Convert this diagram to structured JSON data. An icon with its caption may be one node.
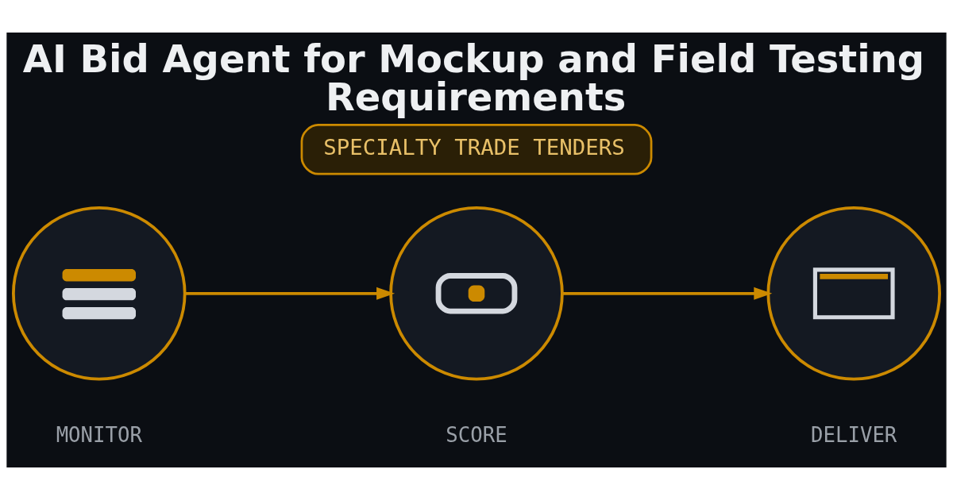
{
  "diagram": {
    "title": "AI Bid Agent for Mockup and Field Testing Requirements",
    "nodes": [
      {
        "text": [
          "SPECIALTY TRADE TENDERS"
        ]
      },
      {
        "text": [],
        "shape": "circle",
        "beside": [
          "MONITOR"
        ]
      },
      {
        "text": [],
        "shape": "circle",
        "beside": [
          "SCORE"
        ]
      },
      {
        "text": [],
        "shape": "circle",
        "beside": [
          "DELIVER"
        ]
      }
    ],
    "edges": [
      {
        "from": 1,
        "to": 2,
        "arrow": "to"
      },
      {
        "from": 2,
        "to": 3,
        "arrow": "to"
      }
    ]
  }
}
